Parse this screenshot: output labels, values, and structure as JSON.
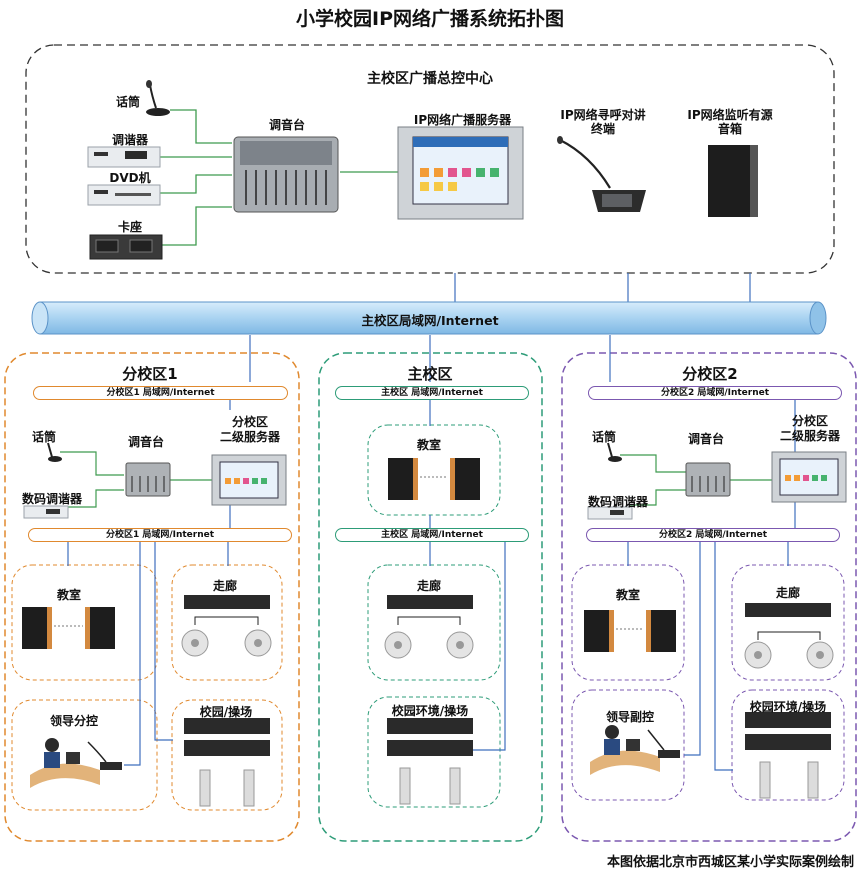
{
  "title": "小学校园IP网络广播系统拓扑图",
  "footnote": "本图依据北京市西城区某小学实际案例绘制",
  "main_center": {
    "title": "主校区广播总控中心",
    "mic": "话筒",
    "tuner": "调谐器",
    "dvd": "DVD机",
    "cassette": "卡座",
    "mixer": "调音台",
    "server": "IP网络广播服务器",
    "intercom": "IP网络寻呼对讲终端",
    "monitor": "IP网络监听有源音箱"
  },
  "backbone": "主校区局域网/Internet",
  "branch1": {
    "title": "分校区1",
    "lan_top": "分校区1 局域网/Internet",
    "mic": "话筒",
    "mixer": "调音台",
    "server": "分校区\n二级服务器",
    "tuner": "数码调谐器",
    "lan_bottom": "分校区1 局域网/Internet",
    "classroom": "教室",
    "corridor": "走廊",
    "leader": "领导分控",
    "playground": "校园/操场"
  },
  "main_campus": {
    "title": "主校区",
    "lan_top": "主校区  局域网/Internet",
    "classroom": "教室",
    "lan_bottom": "主校区  局域网/Internet",
    "corridor": "走廊",
    "playground": "校园环境/操场"
  },
  "branch2": {
    "title": "分校区2",
    "lan_top": "分校区2  局域网/Internet",
    "mic": "话筒",
    "mixer": "调音台",
    "server": "分校区\n二级服务器",
    "tuner": "数码调谐器",
    "lan_bottom": "分校区2  局域网/Internet",
    "classroom": "教室",
    "corridor": "走廊",
    "leader": "领导副控",
    "playground": "校园环境/操场"
  },
  "colors": {
    "orange": "#e0892e",
    "green": "#2d9c78",
    "purple": "#7b58b0",
    "wire_green": "#3f9b4f",
    "wire_blue": "#3f6fbe",
    "backbone_fill": "#aad4f2"
  }
}
